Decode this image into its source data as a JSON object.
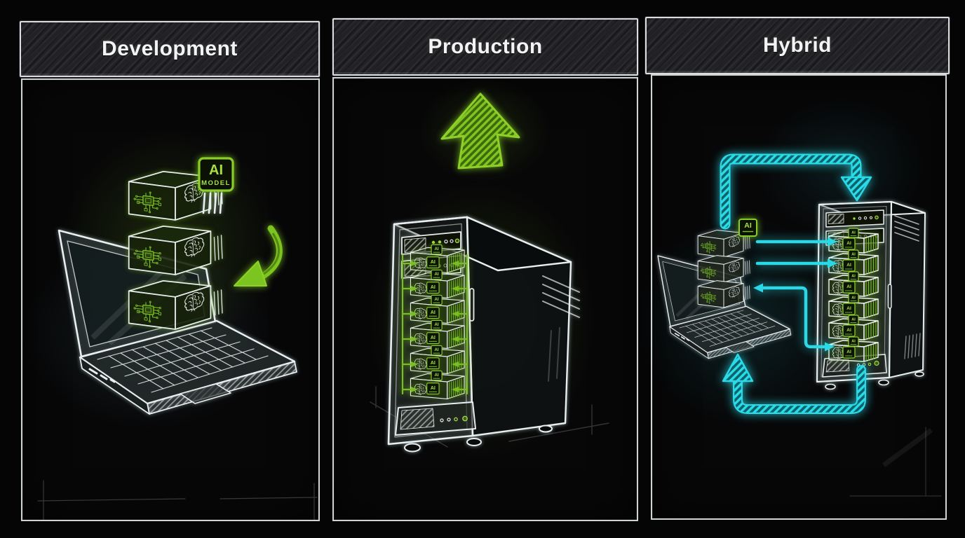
{
  "panels": [
    {
      "title": "Development"
    },
    {
      "title": "Production"
    },
    {
      "title": "Hybrid"
    }
  ],
  "dev_badge": {
    "top": "AI",
    "bottom": "MODEL"
  },
  "module_badge": {
    "text": "AI"
  },
  "hybrid_badge": {
    "text": "AI"
  },
  "colors": {
    "background": "#050506",
    "sketch_white": "#e9eef0",
    "accent_green": "#7cc41f",
    "accent_cyan": "#2bd9e6",
    "header_bg": "#232327",
    "header_text": "#f2f3f3"
  }
}
